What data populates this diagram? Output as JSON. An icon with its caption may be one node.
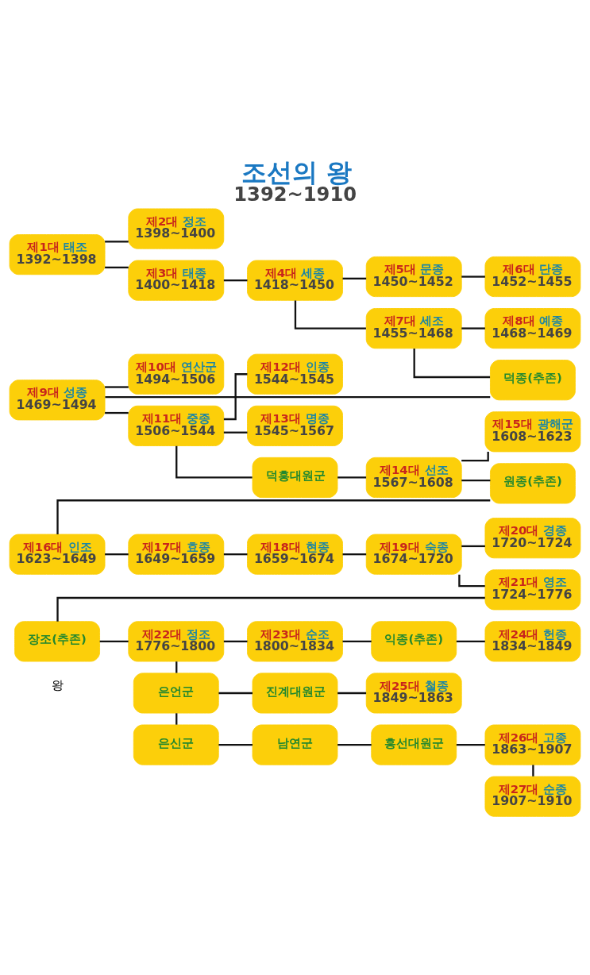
{
  "diagram": {
    "title": "조선의 왕",
    "caption": "1392~1910",
    "nodes": [
      {
        "text": [
          "제1대 태조",
          "1392~1398"
        ]
      },
      {
        "text": [
          "제2대 정조",
          "1398~1400"
        ]
      },
      {
        "text": [
          "제3대 태종",
          "1400~1418"
        ]
      },
      {
        "text": [
          "제4대 세종",
          "1418~1450"
        ]
      },
      {
        "text": [
          "제5대 문종",
          "1450~1452"
        ]
      },
      {
        "text": [
          "제6대 단종",
          "1452~1455"
        ]
      },
      {
        "text": [
          "제7대 세조",
          "1455~1468"
        ]
      },
      {
        "text": [
          "제8대 예종",
          "1468~1469"
        ]
      },
      {
        "text": [
          "덕종(추존)"
        ]
      },
      {
        "text": [
          "제9대 성종",
          "1469~1494"
        ]
      },
      {
        "text": [
          "제10대 연산군",
          "1494~1506"
        ]
      },
      {
        "text": [
          "제11대 중종",
          "1506~1544"
        ]
      },
      {
        "text": [
          "제12대 인종",
          "1544~1545"
        ]
      },
      {
        "text": [
          "제13대 명종",
          "1545~1567"
        ]
      },
      {
        "text": [
          "덕흥대원군"
        ]
      },
      {
        "text": [
          "제14대 선조",
          "1567~1608"
        ]
      },
      {
        "text": [
          "제15대 광해군",
          "1608~1623"
        ]
      },
      {
        "text": [
          "원종(추존)"
        ]
      },
      {
        "text": [
          "제16대 인조",
          "1623~1649"
        ]
      },
      {
        "text": [
          "제17대 효종",
          "1649~1659"
        ]
      },
      {
        "text": [
          "제18대 현종",
          "1659~1674"
        ]
      },
      {
        "text": [
          "제19대 숙종",
          "1674~1720"
        ]
      },
      {
        "text": [
          "제20대 경종",
          "1720~1724"
        ]
      },
      {
        "text": [
          "제21대 영조",
          "1724~1776"
        ]
      },
      {
        "text": [
          "장조(추존)"
        ]
      },
      {
        "text": [
          "제22대 정조",
          "1776~1800"
        ]
      },
      {
        "text": [
          "제23대 순조",
          "1800~1834"
        ]
      },
      {
        "text": [
          "익종(추존)"
        ]
      },
      {
        "text": [
          "제24대 헌종",
          "1834~1849"
        ]
      },
      {
        "text": [
          "은언군"
        ]
      },
      {
        "text": [
          "진계대원군"
        ]
      },
      {
        "text": [
          "제25대 철종",
          "1849~1863"
        ]
      },
      {
        "text": [
          "은신군"
        ]
      },
      {
        "text": [
          "남연군"
        ]
      },
      {
        "text": [
          "흥선대원군"
        ]
      },
      {
        "text": [
          "제26대 고종",
          "1863~1907"
        ]
      },
      {
        "text": [
          "제27대 순종",
          "1907~1910"
        ]
      }
    ],
    "edges": [
      {
        "from": 0,
        "to": 1,
        "arrow": "none"
      },
      {
        "from": 0,
        "to": 2,
        "arrow": "none"
      },
      {
        "from": 2,
        "to": 3,
        "arrow": "none"
      },
      {
        "from": 3,
        "to": 4,
        "arrow": "none"
      },
      {
        "from": 3,
        "to": 6,
        "arrow": "none"
      },
      {
        "from": 4,
        "to": 5,
        "arrow": "none"
      },
      {
        "from": 6,
        "to": 7,
        "arrow": "none"
      },
      {
        "from": 6,
        "to": 8,
        "arrow": "none"
      },
      {
        "from": 8,
        "to": 9,
        "arrow": "none"
      },
      {
        "from": 9,
        "to": 10,
        "arrow": "none"
      },
      {
        "from": 9,
        "to": 11,
        "arrow": "none"
      },
      {
        "from": 11,
        "to": 12,
        "arrow": "none"
      },
      {
        "from": 11,
        "to": 13,
        "arrow": "none"
      },
      {
        "from": 11,
        "to": 14,
        "arrow": "none"
      },
      {
        "from": 14,
        "to": 15,
        "arrow": "none"
      },
      {
        "from": 15,
        "to": 16,
        "arrow": "none"
      },
      {
        "from": 15,
        "to": 17,
        "arrow": "none"
      },
      {
        "from": 17,
        "to": 18,
        "arrow": "none"
      },
      {
        "from": 18,
        "to": 19,
        "arrow": "none"
      },
      {
        "from": 19,
        "to": 20,
        "arrow": "none"
      },
      {
        "from": 20,
        "to": 21,
        "arrow": "none"
      },
      {
        "from": 21,
        "to": 22,
        "arrow": "none"
      },
      {
        "from": 21,
        "to": 23,
        "arrow": "none"
      },
      {
        "from": 23,
        "to": 24,
        "arrow": "none"
      },
      {
        "from": 24,
        "to": 25,
        "arrow": "none"
      },
      {
        "from": 25,
        "to": 26,
        "arrow": "none"
      },
      {
        "from": 26,
        "to": 27,
        "arrow": "none"
      },
      {
        "from": 27,
        "to": 28,
        "arrow": "none"
      },
      {
        "from": 25,
        "to": 29,
        "arrow": "none"
      },
      {
        "from": 29,
        "to": 30,
        "arrow": "none"
      },
      {
        "from": 30,
        "to": 31,
        "arrow": "none"
      },
      {
        "from": 29,
        "to": 32,
        "arrow": "none"
      },
      {
        "from": 32,
        "to": 33,
        "arrow": "none"
      },
      {
        "from": 33,
        "to": 34,
        "arrow": "none"
      },
      {
        "from": 34,
        "to": 35,
        "arrow": "none"
      },
      {
        "from": 35,
        "to": 36,
        "arrow": "none"
      }
    ],
    "labels": [
      "왕"
    ]
  }
}
